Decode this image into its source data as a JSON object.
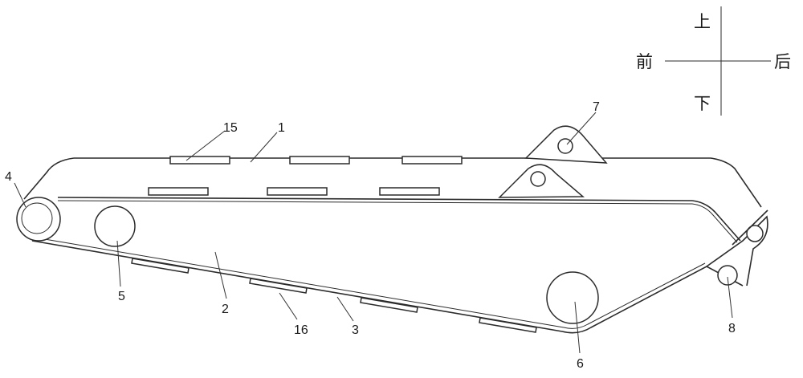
{
  "orientation": {
    "up": "上",
    "down": "下",
    "front": "前",
    "back": "后"
  },
  "labels": {
    "part_1": "1",
    "part_2": "2",
    "part_3": "3",
    "part_4": "4",
    "part_5": "5",
    "part_6": "6",
    "part_7": "7",
    "part_8": "8",
    "part_15": "15",
    "part_16": "16"
  }
}
